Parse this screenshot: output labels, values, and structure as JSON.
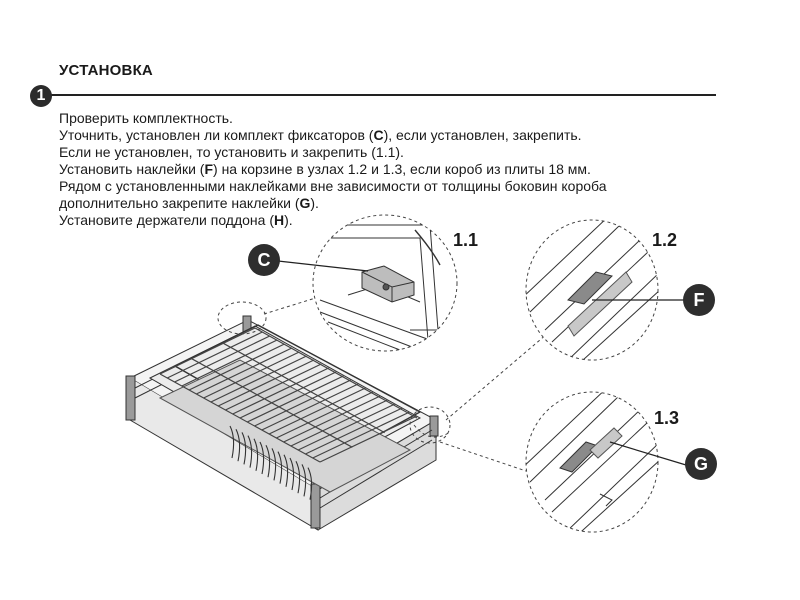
{
  "section": {
    "title": "УСТАНОВКА",
    "step_number": "1"
  },
  "instructions": [
    {
      "pre": "Проверить комплектность.",
      "key": "",
      "post": ""
    },
    {
      "pre": "Уточнить, установлен ли комплект фиксаторов (",
      "key": "C",
      "post": "), если установлен, закрепить."
    },
    {
      "pre": "Если не установлен, то установить и закрепить (1.1).",
      "key": "",
      "post": ""
    },
    {
      "pre": "Установить наклейки (",
      "key": "F",
      "post": ") на корзине в узлах 1.2 и 1.3, если короб из плиты 18 мм."
    },
    {
      "pre": "Рядом с установленными наклейками вне зависимости от толщины боковин короба",
      "key": "",
      "post": ""
    },
    {
      "pre": "дополнительно закрепите наклейки (",
      "key": "G",
      "post": ")."
    },
    {
      "pre": "Установите держатели поддона (",
      "key": "H",
      "post": ")."
    }
  ],
  "details": {
    "d11": {
      "label": "1.1",
      "callout": "C"
    },
    "d12": {
      "label": "1.2",
      "callout": "F"
    },
    "d13": {
      "label": "1.3",
      "callout": "G"
    }
  }
}
